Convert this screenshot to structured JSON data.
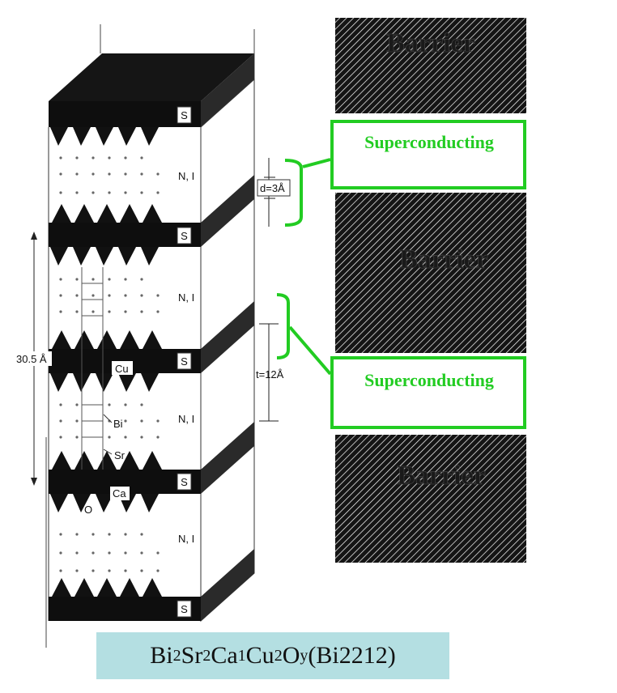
{
  "structure": {
    "layer_label": "S",
    "region_label": "N, I",
    "period_label": "30.5 Å",
    "d_label": "d=3Å",
    "t_label": "t=12Å",
    "atoms": {
      "cu": "Cu",
      "bi": "Bi",
      "sr": "Sr",
      "ca": "Ca",
      "o": "O"
    }
  },
  "blocks": {
    "barrier_label": "Barrier",
    "superconducting_label": "Superconducting"
  },
  "formula": {
    "parts": [
      {
        "t": "Bi"
      },
      {
        "s": "2"
      },
      {
        "t": "Sr"
      },
      {
        "s": "2"
      },
      {
        "t": "Ca"
      },
      {
        "s": "1"
      },
      {
        "t": "Cu"
      },
      {
        "s": "2"
      },
      {
        "t": "O"
      },
      {
        "s": "y"
      },
      {
        "t": "(Bi2212)"
      }
    ]
  },
  "colors": {
    "green": "#22cc22",
    "formula_bg": "#b4dfe2",
    "dark": "#111111"
  }
}
